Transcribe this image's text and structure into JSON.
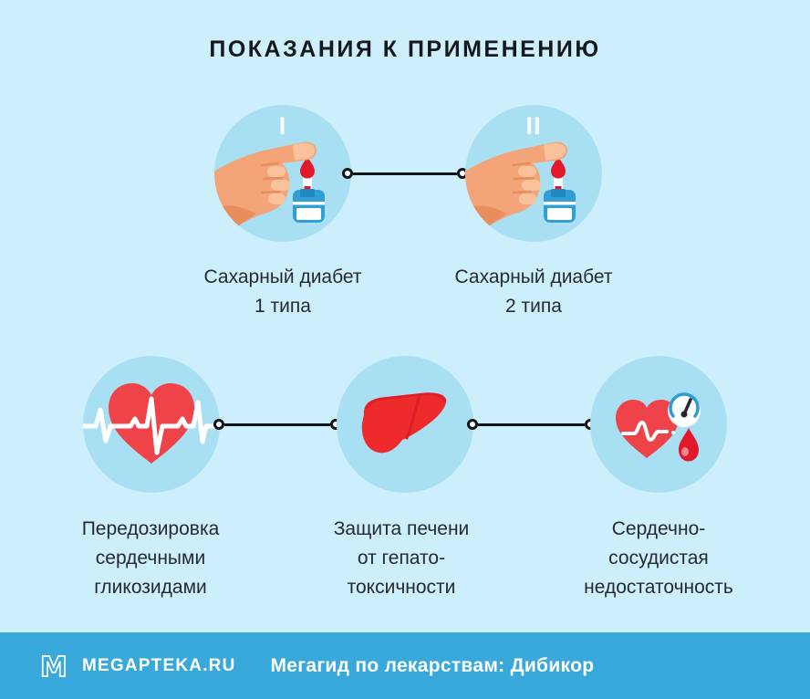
{
  "title": "ПОКАЗАНИЯ К ПРИМЕНЕНИЮ",
  "indications": {
    "row1": [
      {
        "numeral": "I",
        "icon": "pointing-hand-glucometer",
        "lines": [
          "Сахарный диабет",
          "1 типа"
        ]
      },
      {
        "numeral": "II",
        "icon": "pointing-hand-glucometer",
        "lines": [
          "Сахарный диабет",
          "2 типа"
        ]
      }
    ],
    "row2": [
      {
        "icon": "heart-ecg",
        "lines": [
          "Передозировка",
          "сердечными",
          "гликозидами"
        ]
      },
      {
        "icon": "liver",
        "lines": [
          "Защита печени",
          "от гепато-",
          "токсичности"
        ]
      },
      {
        "icon": "heart-pressure-blood-drop",
        "lines": [
          "Сердечно-",
          "сосудистая",
          "недостаточность"
        ]
      }
    ]
  },
  "footer": {
    "brand": "MEGAPTEKA.RU",
    "caption": "Мегагид по лекарствам: Дибикор"
  },
  "colors": {
    "background": "#cdeffc",
    "icon_circle": "#a9dff2",
    "footer_bar": "#38a9da",
    "connector": "#111417",
    "heart_red": "#ee4348",
    "liver_red": "#ee2b2b",
    "blood_red": "#e2182b",
    "meter_blue": "#319fd6",
    "skin": "#f3a478",
    "text_dark": "#262a30",
    "title_dark": "#15181d",
    "white": "#ffffff"
  }
}
